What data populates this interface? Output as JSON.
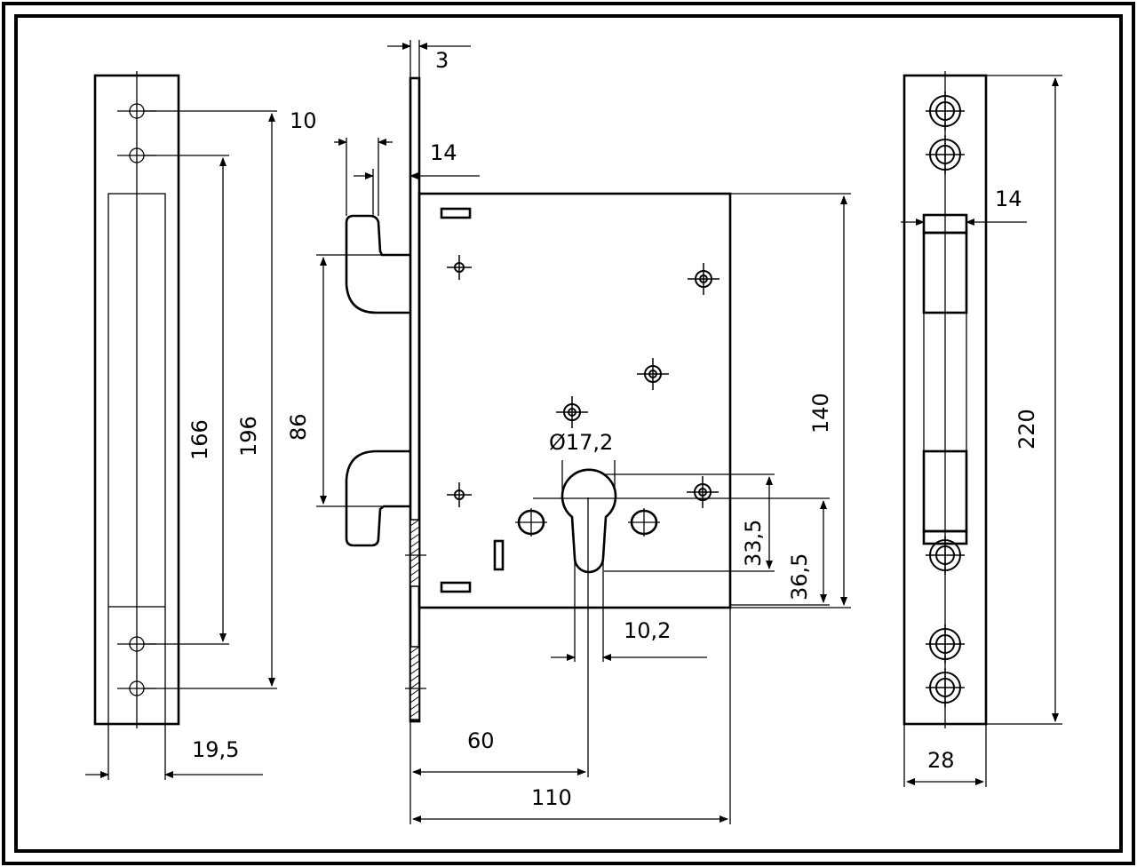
{
  "dimensions": {
    "plate_offset": "3",
    "bolt_width": "10",
    "bolt_throw": "14",
    "striker_inner_spacing": "166",
    "striker_outer_spacing": "196",
    "bolt_spacing": "86",
    "case_height": "140",
    "cylinder_hole": "Ø17,2",
    "cylinder_upper": "33,5",
    "cylinder_lower": "36,5",
    "cylinder_slot": "10,2",
    "backset": "60",
    "case_depth": "110",
    "striker_width": "19,5",
    "faceplate_height": "220",
    "faceplate_latch": "14",
    "faceplate_width": "28"
  },
  "colors": {
    "line": "#000000",
    "background": "#ffffff"
  }
}
